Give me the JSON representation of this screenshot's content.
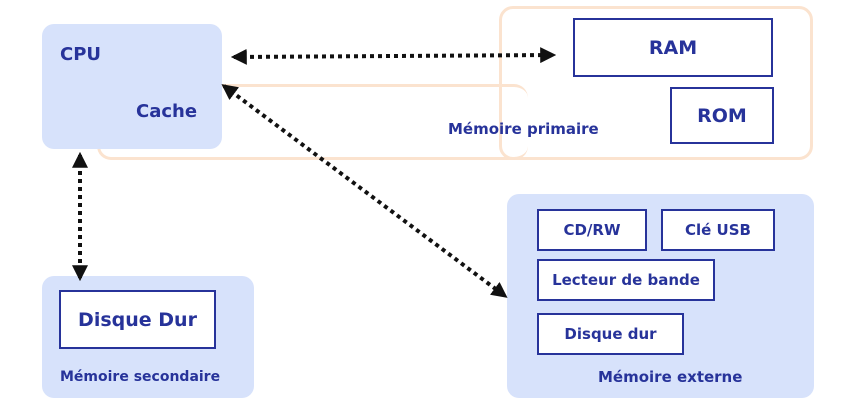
{
  "cpu": {
    "title": "CPU",
    "cache": "Cache"
  },
  "primary": {
    "title": "Mémoire primaire",
    "ram": "RAM",
    "rom": "ROM"
  },
  "secondary": {
    "title": "Mémoire secondaire",
    "disk": "Disque Dur"
  },
  "external": {
    "title": "Mémoire externe",
    "items": [
      "CD/RW",
      "Clé USB",
      "Lecteur de bande",
      "Disque dur"
    ]
  },
  "colors": {
    "accent": "#27339a",
    "zone_fill": "#d7e2fb",
    "outline": "#fbe3cf",
    "arrow": "#111111"
  }
}
